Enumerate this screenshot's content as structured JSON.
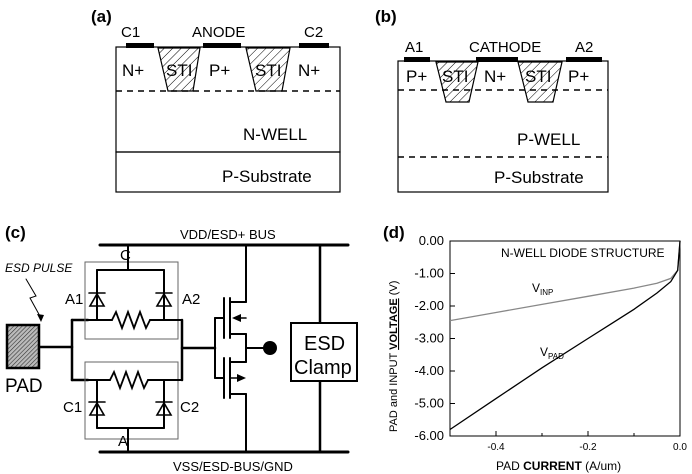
{
  "panel_a": {
    "label": "(a)",
    "contact_left": "C1",
    "contact_mid": "ANODE",
    "contact_right": "C2",
    "regions": [
      "N+",
      "STI",
      "P+",
      "STI",
      "N+"
    ],
    "well": "N-WELL",
    "substrate": "P-Substrate"
  },
  "panel_b": {
    "label": "(b)",
    "contact_left": "A1",
    "contact_mid": "CATHODE",
    "contact_right": "A2",
    "regions": [
      "P+",
      "STI",
      "N+",
      "STI",
      "P+"
    ],
    "well": "P-WELL",
    "substrate": "P-Substrate"
  },
  "panel_c": {
    "label": "(c)",
    "vdd_bus": "VDD/ESD+ BUS",
    "vss_bus": "VSS/ESD-BUS/GND",
    "esd_pulse": "ESD PULSE",
    "pad": "PAD",
    "node_c": "C",
    "node_a": "A",
    "a1": "A1",
    "a2": "A2",
    "c1": "C1",
    "c2": "C2",
    "clamp_line1": "ESD",
    "clamp_line2": "Clamp"
  },
  "panel_d": {
    "label": "(d)",
    "annotation": "N-WELL DIODE STRUCTURE",
    "ylabel_pre": "PAD and INPUT ",
    "ylabel_bold": "VOLTAGE",
    "ylabel_post": " (V)",
    "xlabel_pre": "PAD ",
    "xlabel_bold": "CURRENT",
    "xlabel_post": " (A/um)",
    "vinp_main": "V",
    "vinp_sub": "INP",
    "vpad_main": "V",
    "vpad_sub": "PAD"
  },
  "chart_data": {
    "type": "line",
    "x_ticks": [
      "-0.4",
      "-0.2",
      "0.0"
    ],
    "y_ticks": [
      "0.00",
      "-1.00",
      "-2.00",
      "-3.00",
      "-4.00",
      "-5.00",
      "-6.00"
    ],
    "xlim": [
      -0.5,
      0.0
    ],
    "ylim": [
      -6.0,
      0.0
    ],
    "grid": false,
    "series": [
      {
        "name": "VINP",
        "color": "#888888",
        "x": [
          -0.5,
          -0.4,
          -0.3,
          -0.2,
          -0.1,
          -0.05,
          -0.02,
          -0.005,
          0.0
        ],
        "y": [
          -2.45,
          -2.2,
          -1.95,
          -1.7,
          -1.45,
          -1.3,
          -1.15,
          -0.9,
          0.0
        ]
      },
      {
        "name": "VPAD",
        "color": "#000000",
        "x": [
          -0.5,
          -0.4,
          -0.3,
          -0.2,
          -0.15,
          -0.1,
          -0.05,
          -0.02,
          -0.005,
          0.0
        ],
        "y": [
          -5.8,
          -4.85,
          -3.9,
          -3.0,
          -2.55,
          -2.1,
          -1.6,
          -1.25,
          -0.9,
          0.0
        ]
      }
    ]
  }
}
